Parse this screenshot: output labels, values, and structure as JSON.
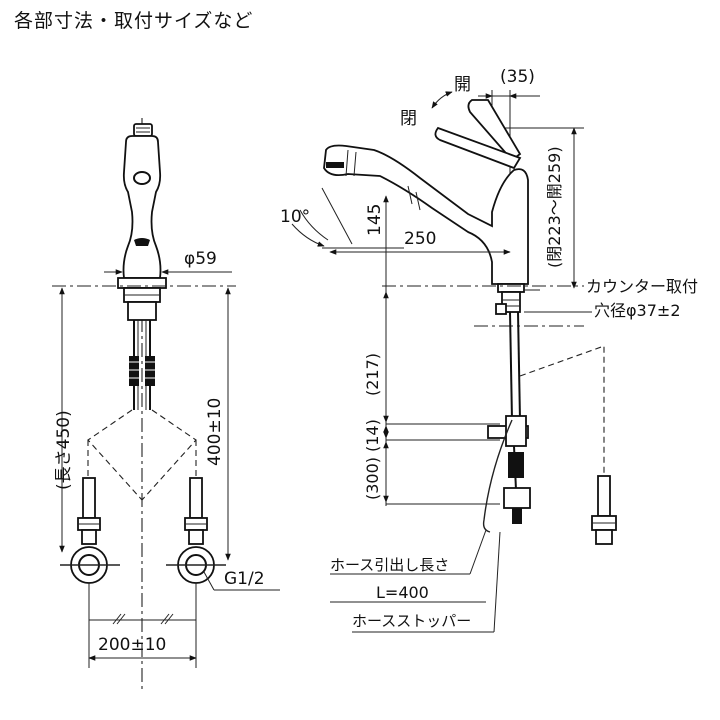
{
  "title": "各部寸法・取付サイズなど",
  "front_view": {
    "diameter": "φ59",
    "total_length": "(長さ450)",
    "hose_length": "400±10",
    "thread": "G1/2",
    "spacing": "200±10"
  },
  "side_view": {
    "open_top": "開",
    "closed": "閉",
    "handle_width": "(35)",
    "handle_range": "(閉223～開259)",
    "angle": "10°",
    "height": "145",
    "reach": "250",
    "counter_label": "カウンター取付",
    "hole_label": "穴径φ37±2",
    "dim_217": "(217)",
    "dim_14": "(14)",
    "dim_300": "(300)",
    "hose_pull_label": "ホース引出し長さ",
    "hose_pull_value": "L=400",
    "hose_stopper": "ホースストッパー"
  }
}
